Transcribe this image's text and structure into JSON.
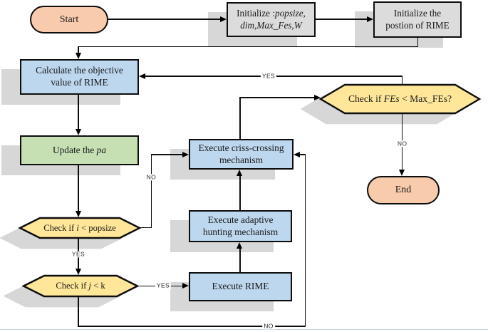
{
  "colors": {
    "terminator_fill": "#F8CBAD",
    "process_fill": "#BDD7EE",
    "update_fill": "#C6E0B4",
    "decision_fill": "#FFE699",
    "init_fill": "#DCDCDC",
    "shadow": "#D7D7D7",
    "stroke": "#0D0D0D"
  },
  "nodes": {
    "start": {
      "label": "Start"
    },
    "init_params": {
      "line1_regular": "Initialize :",
      "line1_italic": "popsize,",
      "line2_italic": "dim,Max_Fes,W"
    },
    "init_position": {
      "line1": "Initialize the",
      "line2": "postion of RIME"
    },
    "calculate_objective": {
      "line1": "Calculate the objective",
      "line2": "value of RIME"
    },
    "update_pa": {
      "regular": "Update the ",
      "italic": "pa"
    },
    "check_i": {
      "prefix": "Check if ",
      "italic": "i",
      "suffix": " < popsize"
    },
    "check_j": {
      "prefix": "Check if ",
      "italic": "j",
      "suffix": " < k"
    },
    "execute_rime": {
      "label": "Execute RIME"
    },
    "adaptive_hunting": {
      "line1": "Execute adaptive",
      "line2": "hunting mechanism"
    },
    "criss_crossing": {
      "line1": "Execute criss-crossing",
      "line2": "mechanism"
    },
    "check_fes": {
      "prefix": "Check if ",
      "italic": "FEs",
      "suffix": " < Max_FEs?"
    },
    "end": {
      "label": "End"
    }
  },
  "edge_labels": {
    "yes": "YES",
    "no": "NO"
  }
}
